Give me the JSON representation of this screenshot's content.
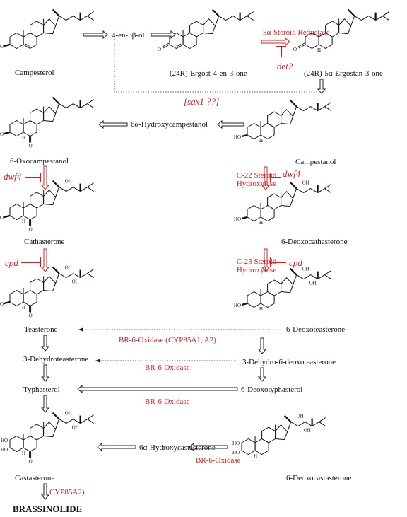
{
  "compounds": {
    "campesterol": "Campesterol",
    "en_ol": "4-en-3β-ol",
    "ergost_en_one": "(24R)-Ergost-4-en-3-one",
    "ergostan_one": "(24R)-5α-Ergostan-3-one",
    "oxocampestanol": "6-Oxocampestanol",
    "hydroxycampestanol": "6α-Hydroxycampestanol",
    "campestanol": "Campestanol",
    "cathasterone": "Cathasterone",
    "deoxocathasterone": "6-Deoxocathasterone",
    "teasterone": "Teasterone",
    "deoxoteasterone": "6-Deoxoteasterone",
    "dehydroteasterone": "3-Dehydroteasterone",
    "dehydrodeoxoteasterone": "3-Dehydro-6-deoxoteasterone",
    "typhasterol": "Typhasterol",
    "deoxotyphasterol": "6-Deoxotyphasterol",
    "hydroxycastasterone": "6α-Hydroxycastasterone",
    "castasterone": "Castasterone",
    "deoxocastasterone": "6-Deoxocastasterone",
    "brassinolide": "BRASSINOLIDE"
  },
  "enzymes": {
    "reductase": "5α-Steroid Reductase",
    "c22": "C-22 Steroid Hydroxylase",
    "c23": "C-23 Steroid Hydroxylase",
    "br6_cyp": "BR-6-Oxidase (CYP85A1, A2)",
    "br6_a": "BR-6-Oxidase",
    "br6_b": "BR-6-Oxidase",
    "br6_c": "BR-6-Oxidase",
    "cyp85a2": "CYP85A2)"
  },
  "mutants": {
    "det2": "det2",
    "sax1": "[sax1 ??]",
    "dwf4_left": "dwf4",
    "dwf4_right": "dwf4",
    "cpd_left": "cpd",
    "cpd_right": "cpd"
  },
  "atom_labels": {
    "ho": "HO",
    "h": "H",
    "o": "O",
    "oh": "OH"
  },
  "colors": {
    "text": "#111111",
    "enzyme": "#d42020",
    "arrow": "#222222"
  }
}
